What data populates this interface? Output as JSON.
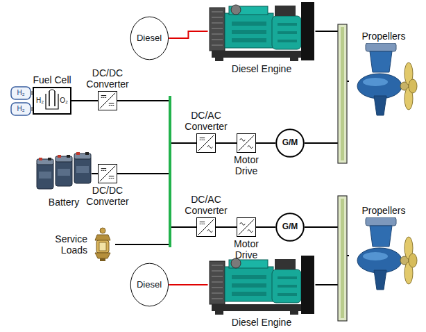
{
  "diagram": {
    "nodes": [
      {
        "text": [
          "Diesel"
        ]
      },
      {
        "text": [
          "Diesel Engine"
        ]
      },
      {
        "text": [
          "Propellers"
        ]
      },
      {
        "text": [
          "Fuel Cell",
          "H₂",
          "O₂"
        ]
      },
      {
        "text": [
          "DC/DC Converter"
        ]
      },
      {
        "text": [
          "DC/AC Converter"
        ]
      },
      {
        "text": [
          "Motor Drive"
        ]
      },
      {
        "text": [
          "G/M"
        ]
      },
      {
        "text": [
          "Battery"
        ]
      },
      {
        "text": [
          "DC/DC Converter"
        ]
      },
      {
        "text": [
          "DC/AC Converter"
        ]
      },
      {
        "text": [
          "Motor Drive"
        ]
      },
      {
        "text": [
          "G/M"
        ]
      },
      {
        "text": [
          "Propellers"
        ]
      },
      {
        "text": [
          "Service Loads"
        ]
      },
      {
        "text": [
          "Diesel"
        ]
      },
      {
        "text": [
          "Diesel Engine"
        ]
      }
    ],
    "edges": [
      {
        "from": 0,
        "to": 1,
        "arrow": "none"
      },
      {
        "from": 1,
        "to": 2,
        "arrow": "none"
      },
      {
        "from": 3,
        "to": 4,
        "arrow": "none"
      },
      {
        "from": 4,
        "to": 5,
        "arrow": "none"
      },
      {
        "from": 4,
        "to": 10,
        "arrow": "none"
      },
      {
        "from": 4,
        "to": 14,
        "arrow": "none"
      },
      {
        "from": 5,
        "to": 6,
        "arrow": "none"
      },
      {
        "from": 6,
        "to": 7,
        "arrow": "none"
      },
      {
        "from": 7,
        "to": 2,
        "arrow": "none"
      },
      {
        "from": 8,
        "to": 9,
        "arrow": "none"
      },
      {
        "from": 9,
        "to": 5,
        "arrow": "none"
      },
      {
        "from": 9,
        "to": 10,
        "arrow": "none"
      },
      {
        "from": 9,
        "to": 14,
        "arrow": "none"
      },
      {
        "from": 10,
        "to": 11,
        "arrow": "none"
      },
      {
        "from": 11,
        "to": 12,
        "arrow": "none"
      },
      {
        "from": 12,
        "to": 13,
        "arrow": "none"
      },
      {
        "from": 15,
        "to": 16,
        "arrow": "none"
      },
      {
        "from": 16,
        "to": 13,
        "arrow": "none"
      }
    ],
    "labels": [
      "H₂",
      "H₂"
    ]
  }
}
